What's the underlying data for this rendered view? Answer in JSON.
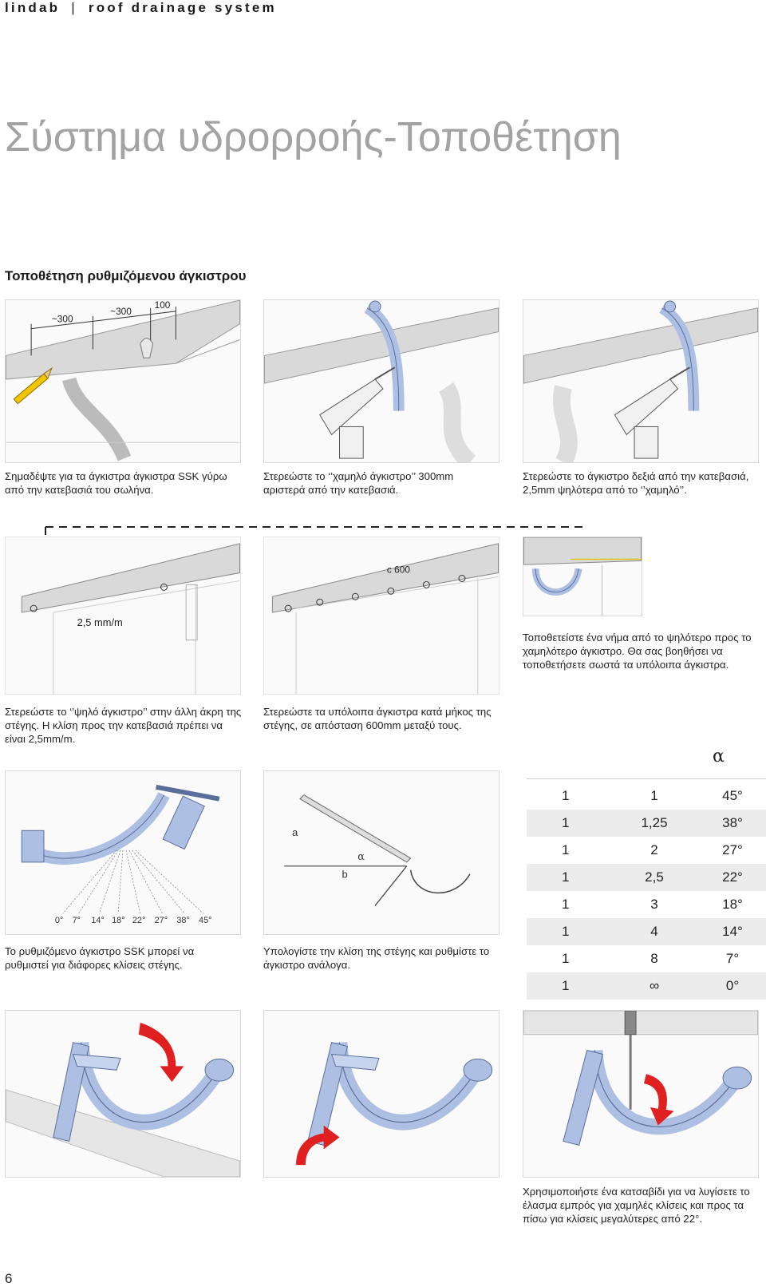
{
  "header": {
    "brand": "lindab",
    "separator": "|",
    "section": "roof drainage system"
  },
  "page_title": "Σύστημα υδρορροής-Τοποθέτηση",
  "section_title": "Τοποθέτηση ρυθμιζόμενου άγκιστρου",
  "captions": {
    "c1": "Σημαδέψτε για τα άγκιστρα άγκιστρα SSK γύρω από την κατεβασιά του σωλήνα.",
    "c2": "Στερεώστε το ‘’χαμηλό άγκιστρο’’ 300mm αριστερά από την κατεβασιά.",
    "c3": "Στερεώστε το άγκιστρο δεξιά από την κατεβασιά, 2,5mm ψηλότερα από το ‘’χαμηλό’’.",
    "c4": "Στερεώστε το ‘’ψηλό άγκιστρο’’ στην άλλη άκρη της στέγης. Η κλίση προς την κατεβασιά πρέπει να είναι 2,5mm/m.",
    "c5": "Στερεώστε τα υπόλοιπα άγκιστρα κατά μήκος της στέγης, σε απόσταση 600mm μεταξύ τους.",
    "c6": "Τοποθετείστε ένα νήμα από το ψηλότερο προς το χαμηλότερο άγκιστρο. Θα σας βοηθήσει να τοποθετήσετε σωστά τα υπόλοιπα άγκιστρα.",
    "c7": "Το ρυθμιζόμενο άγκιστρο SSK μπορεί να ρυθμιστεί για διάφορες κλίσεις στέγης.",
    "c8": "Υπολογίστε την κλίση της στέγης και ρυθμίστε το άγκιστρο ανάλογα.",
    "c9": "Χρησιμοποιήστε ένα κατσαβίδι για να λυγίσετε το έλασμα εμπρός για χαμηλές κλίσεις και προς τα πίσω για κλίσεις μεγαλύτερες από 22°."
  },
  "figure_labels": {
    "dim_300a": "~300",
    "dim_300b": "~300",
    "dim_100": "100",
    "slope": "2,5 mm/m",
    "spacing": "c 600",
    "side_a": "a",
    "side_b": "b",
    "angle": "α",
    "angles": [
      "0°",
      "7°",
      "14°",
      "18°",
      "22°",
      "27°",
      "38°",
      "45°"
    ]
  },
  "table": {
    "header": "α",
    "rows": [
      [
        "1",
        "1",
        "45°"
      ],
      [
        "1",
        "1,25",
        "38°"
      ],
      [
        "1",
        "2",
        "27°"
      ],
      [
        "1",
        "2,5",
        "22°"
      ],
      [
        "1",
        "3",
        "18°"
      ],
      [
        "1",
        "4",
        "14°"
      ],
      [
        "1",
        "8",
        "7°"
      ],
      [
        "1",
        "∞",
        "0°"
      ]
    ]
  },
  "page_number": "6",
  "colors": {
    "hook": "#aebfe4",
    "hook_stroke": "#5a6e9a",
    "arrow": "#e02020",
    "pencil": "#f2c500",
    "roof": "#d9d9d9",
    "title_gray": "#a3a3a3"
  },
  "icons": [
    "pencil-icon",
    "drill-icon",
    "screwdriver-icon",
    "red-arrow-icon"
  ]
}
